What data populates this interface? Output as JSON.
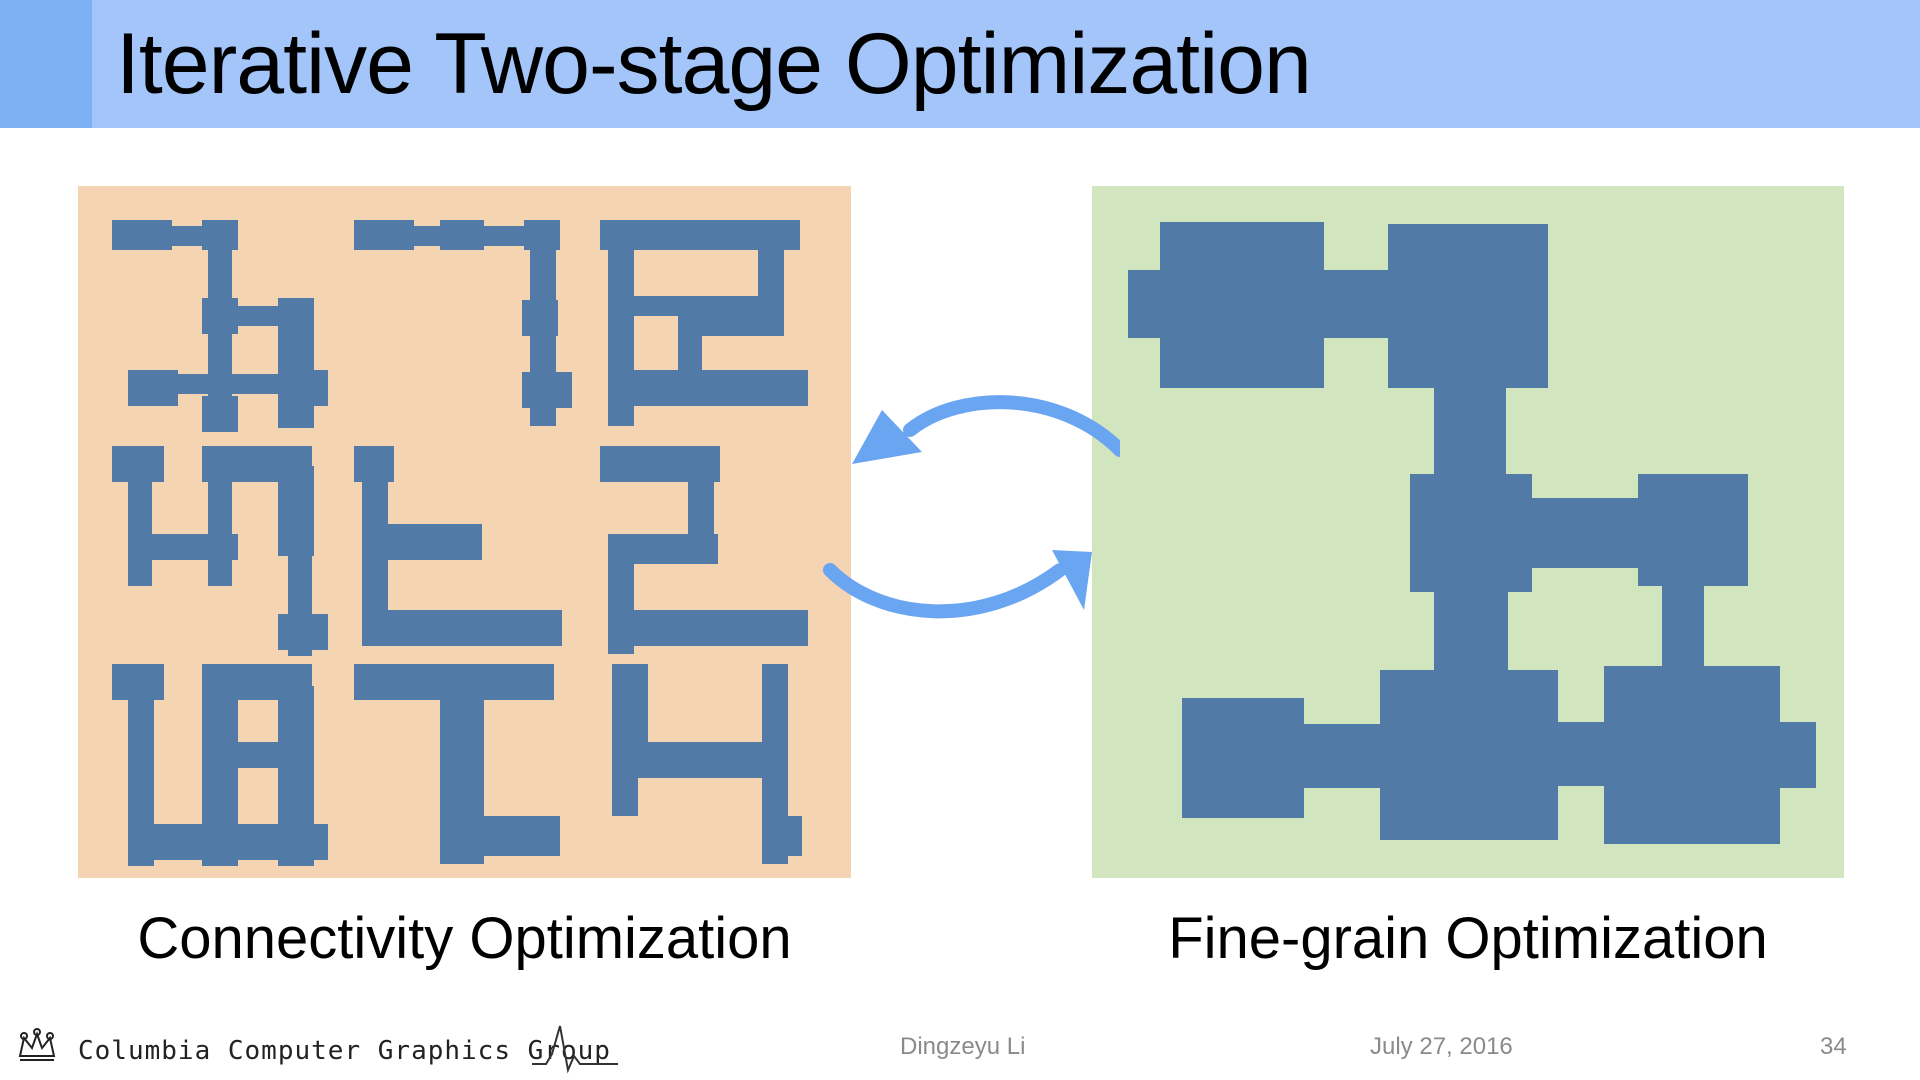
{
  "slide": {
    "title": "Iterative Two-stage Optimization",
    "left_caption": "Connectivity Optimization",
    "right_caption": "Fine-grain Optimization"
  },
  "footer": {
    "logo_text": "Columbia Computer Graphics Group",
    "author": "Dingzeyu Li",
    "date": "July 27, 2016",
    "page_number": "34"
  },
  "colors": {
    "title_bar": "#a3c5f9",
    "title_accent": "#7eb0f6",
    "left_panel": "#f5d4b3",
    "right_panel": "#d1e6be",
    "shape_fill": "#527aa6",
    "arrow": "#6aa5f2"
  },
  "icons": {
    "logo": "crown-icon",
    "pulse": "heartbeat-line-icon",
    "cycle_arrows": "circular-arrows-icon"
  }
}
